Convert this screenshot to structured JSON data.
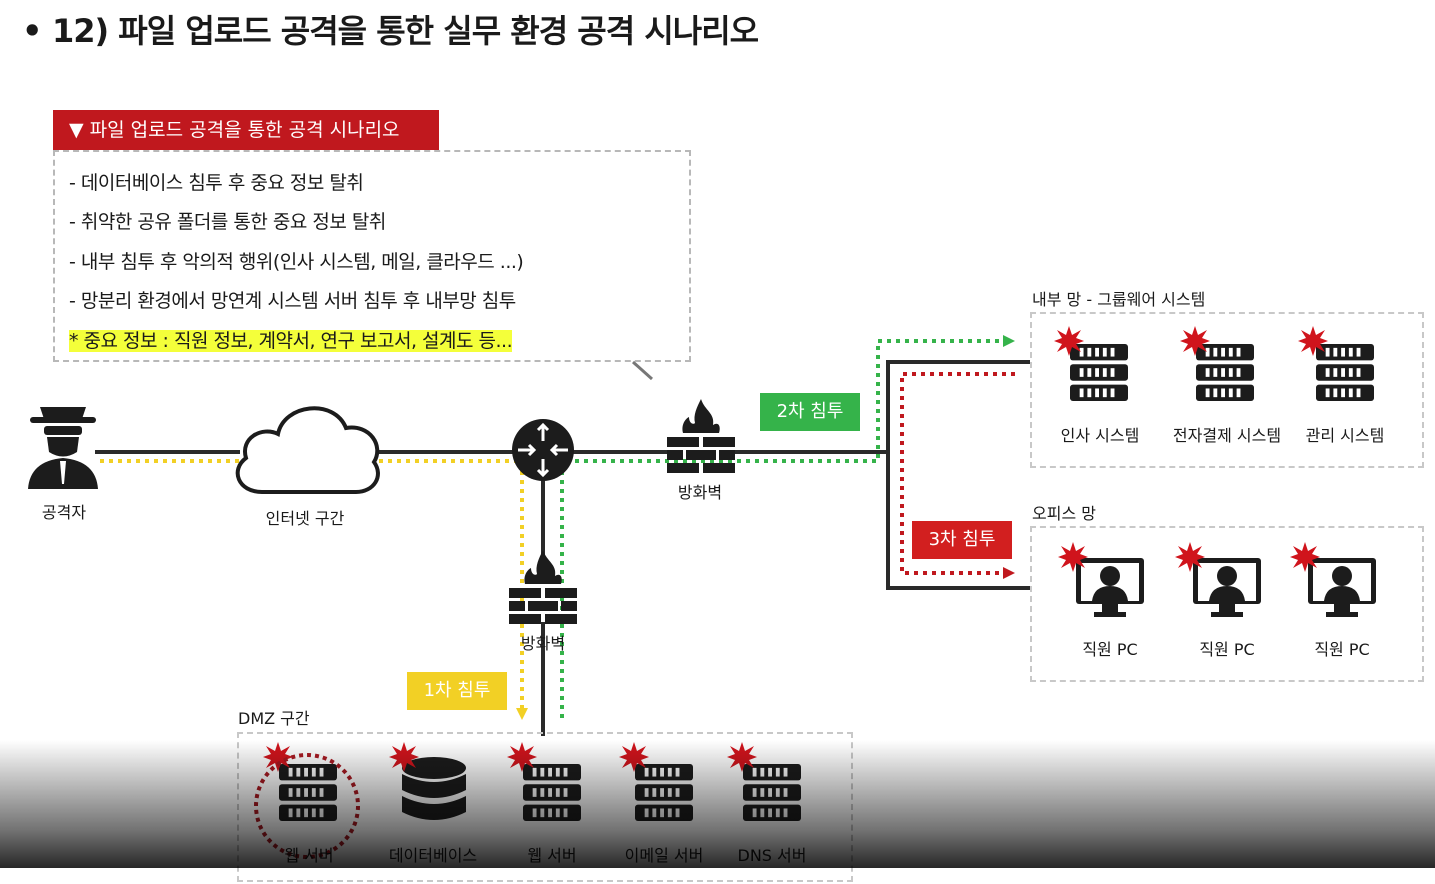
{
  "title": {
    "bullet": "•",
    "text": "12) 파일 업로드 공격을 통한 실무 환경 공격 시나리오"
  },
  "scenario": {
    "header": "▼ 파일 업로드 공격을 통한 공격 시나리오",
    "items": [
      "- 데이터베이스 침투 후 중요 정보 탈취",
      "- 취약한 공유 폴더를 통한 중요 정보 탈취",
      "- 내부 침투 후 악의적 행위(인사 시스템, 메일, 클라우드 ...)",
      "- 망분리 환경에서 망연계 시스템 서버 침투 후 내부망 침투"
    ],
    "highlight": "* 중요 정보 : 직원 정보, 계약서, 연구 보고서, 설계도 등..."
  },
  "nodes": {
    "attacker": "공격자",
    "internet": "인터넷 구간",
    "firewall_top": "방화벽",
    "firewall_dmz": "방화벽"
  },
  "tags": {
    "first": "1차 침투",
    "second": "2차 침투",
    "third": "3차 침투"
  },
  "zones": {
    "groupware": {
      "title": "내부 망 - 그룹웨어 시스템",
      "items": [
        "인사 시스템",
        "전자결제 시스템",
        "관리 시스템"
      ]
    },
    "office": {
      "title": "오피스 망",
      "items": [
        "직원 PC",
        "직원 PC",
        "직원 PC"
      ]
    },
    "dmz": {
      "title": "DMZ 구간",
      "items": [
        "웹 서버",
        "데이터베이스",
        "웹 서버",
        "이메일 서버",
        "DNS 서버"
      ]
    }
  },
  "colors": {
    "red": "#c0181e",
    "green": "#35b34a",
    "yellow": "#f2d025",
    "highlight": "#f4ff3a"
  },
  "icons": [
    "spy-icon",
    "cloud-icon",
    "router-icon",
    "firewall-icon",
    "server-icon",
    "database-icon",
    "pc-user-icon",
    "burst-icon"
  ]
}
